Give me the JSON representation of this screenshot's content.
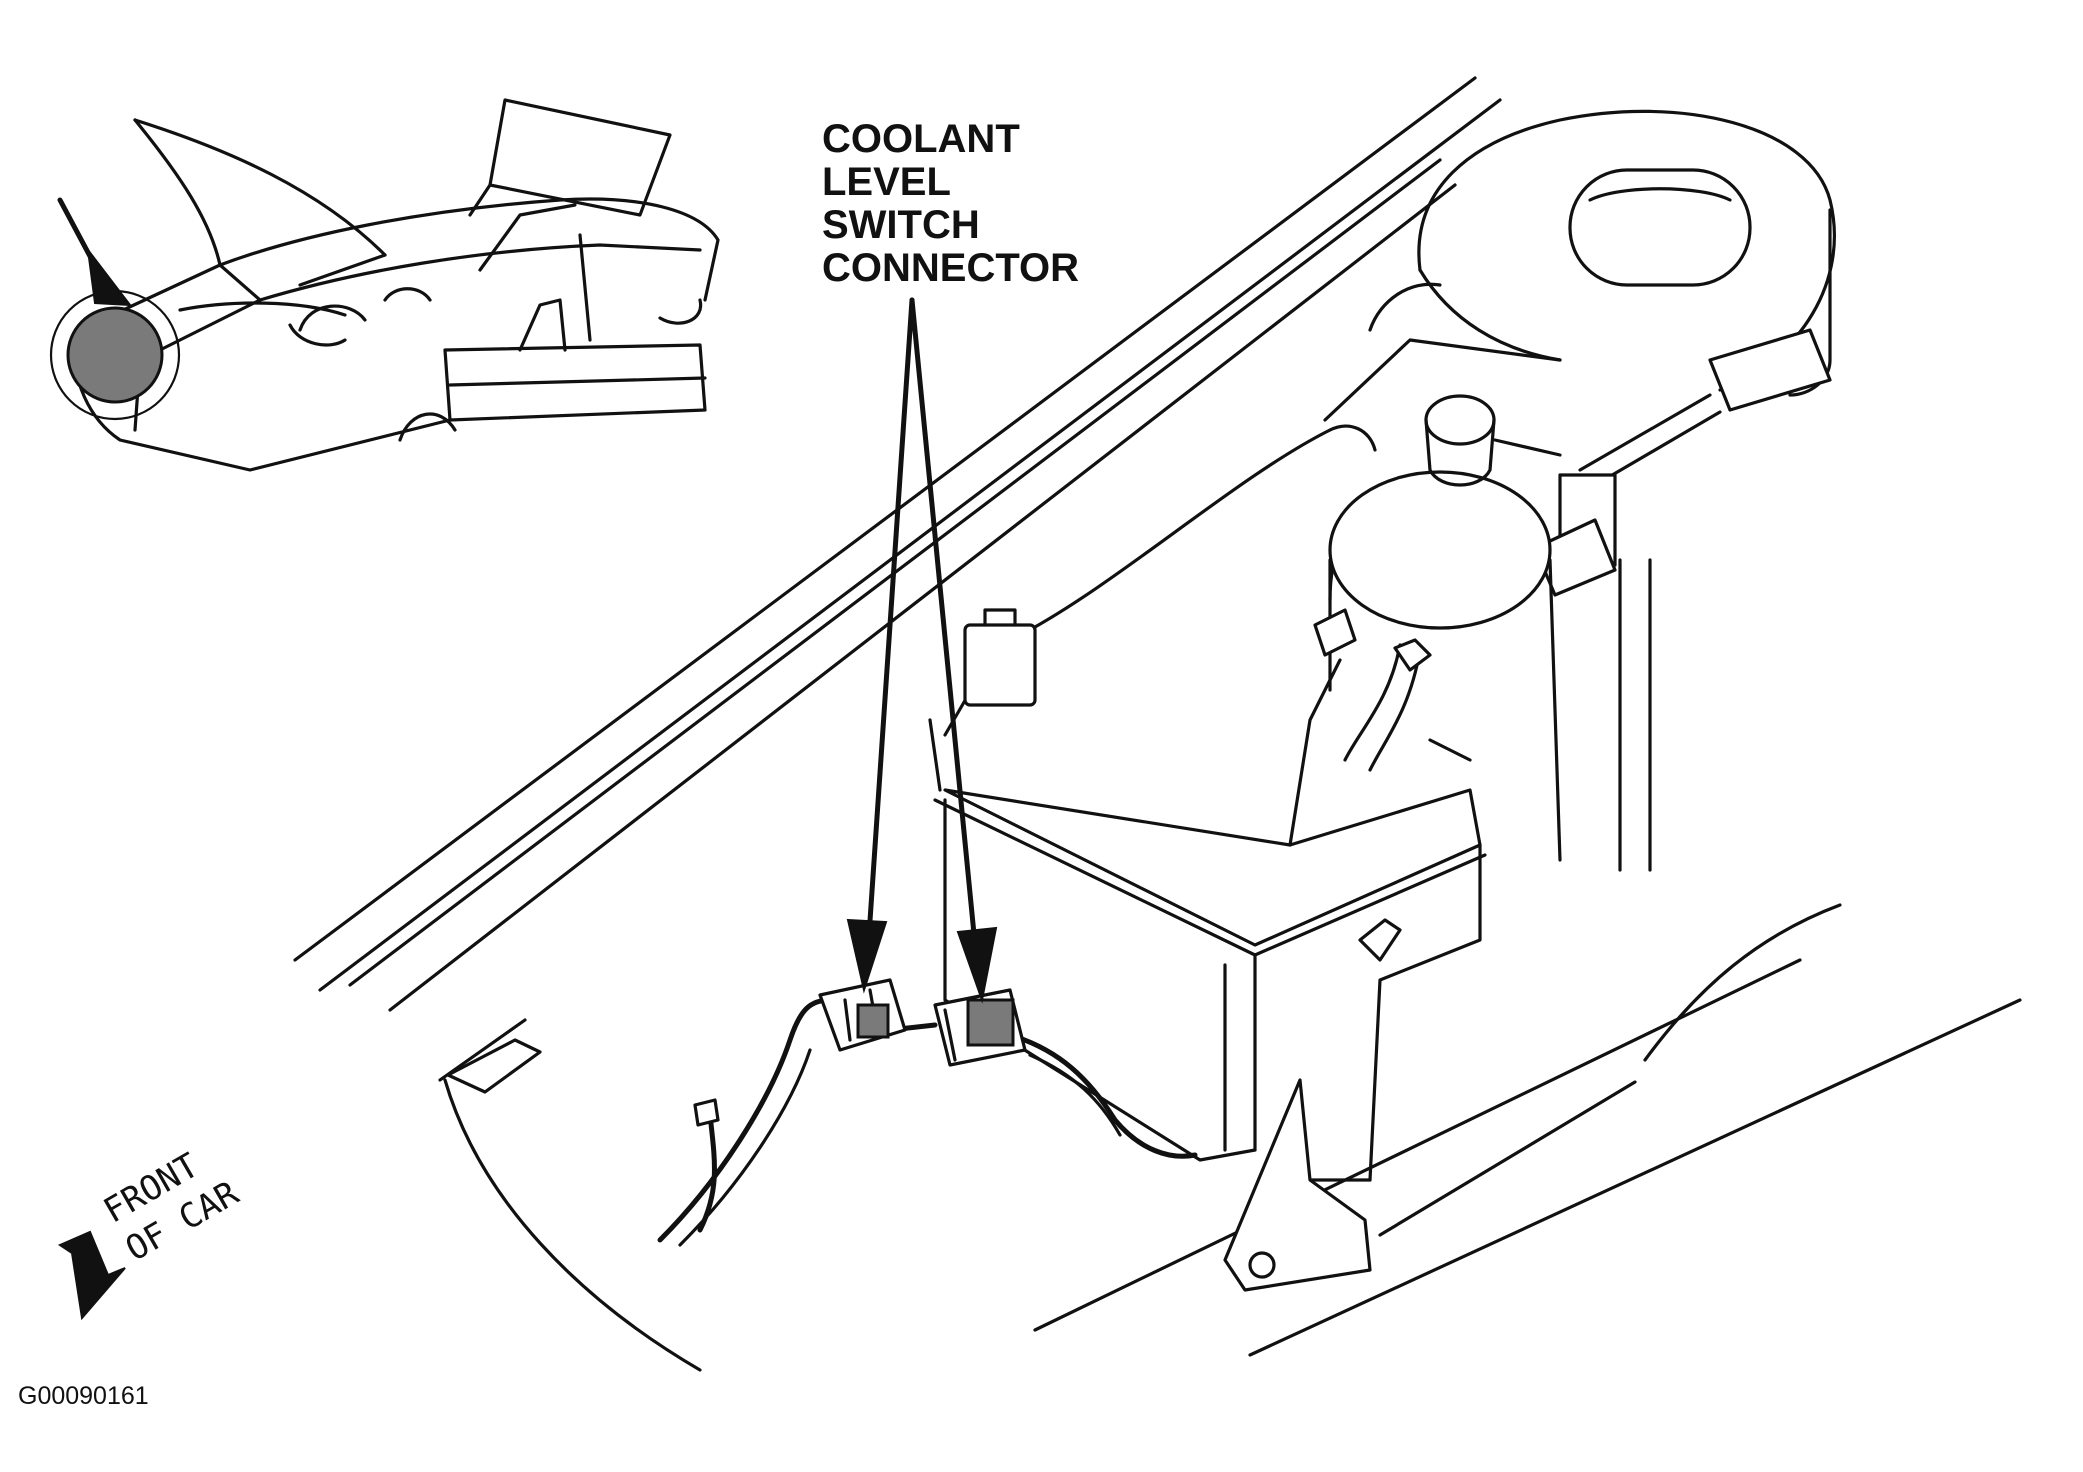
{
  "labels": {
    "callout_lines": [
      "COOLANT",
      "LEVEL",
      "SWITCH",
      "CONNECTOR"
    ],
    "front_lines": [
      "FRONT",
      "OF CAR"
    ],
    "figure_id": "G00090161"
  },
  "colors": {
    "ink": "#111111",
    "background": "#ffffff",
    "shading": "#7a7a7a"
  }
}
